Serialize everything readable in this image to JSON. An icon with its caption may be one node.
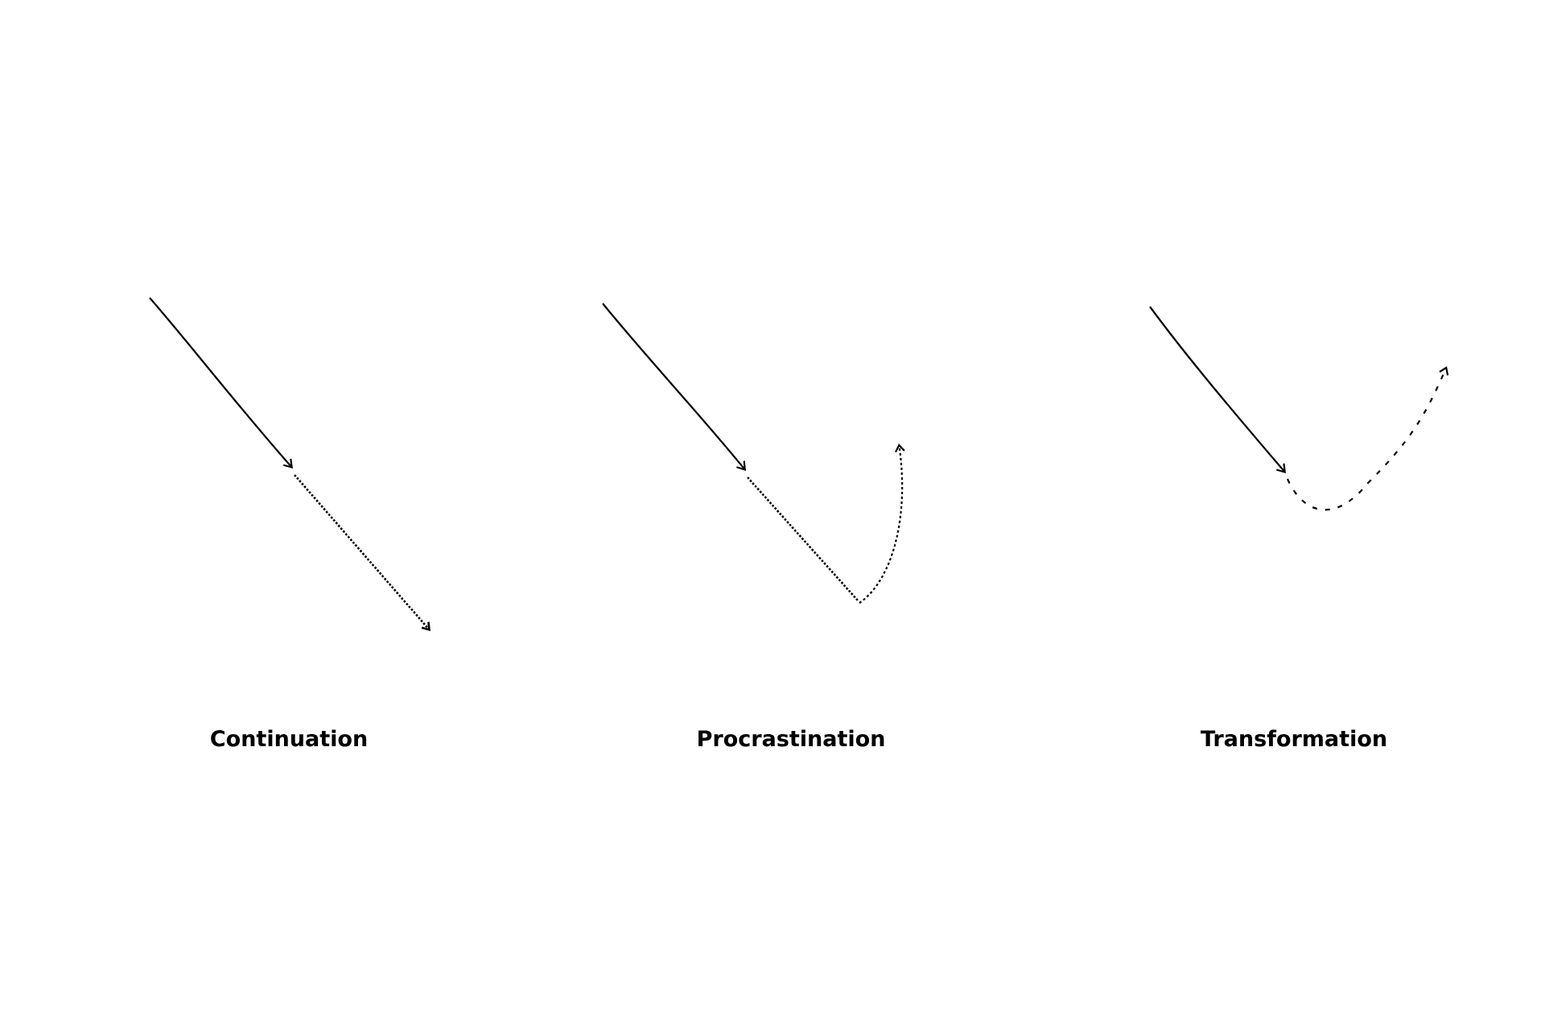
{
  "diagram": {
    "labels": [
      "Continuation",
      "Procrastination",
      "Transformation"
    ]
  }
}
